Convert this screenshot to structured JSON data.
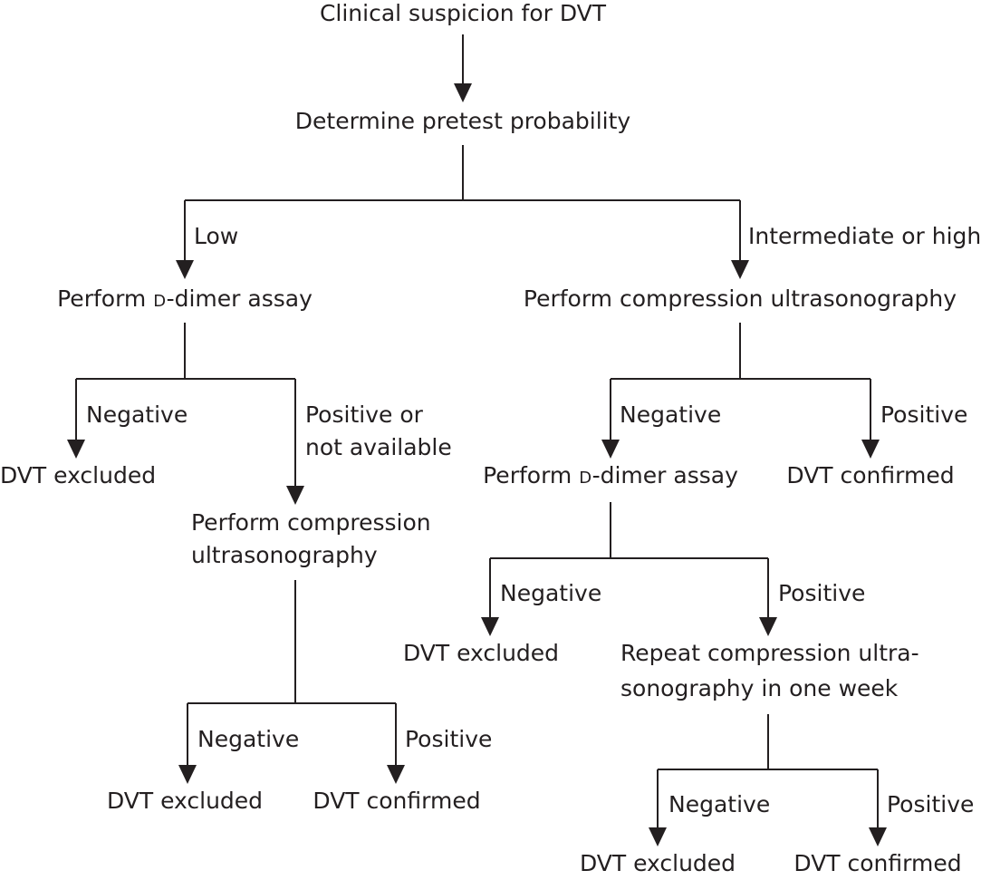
{
  "nodes": {
    "start": "Clinical suspicion for DVT",
    "pretest": "Determine pretest probability",
    "left_ddimer": {
      "pre": "Perform ",
      "sc": "D",
      "post": "-dimer assay"
    },
    "right_cus": "Perform compression ultrasonography",
    "left_excluded_1": "DVT excluded",
    "left_cus_line1": "Perform compression",
    "left_cus_line2": "ultrasonography",
    "right_ddimer": {
      "pre": "Perform ",
      "sc": "D",
      "post": "-dimer assay"
    },
    "right_confirmed_1": "DVT confirmed",
    "right_excluded_1": "DVT excluded",
    "repeat_line1": "Repeat compression ultra-",
    "repeat_line2": "sonography in one week",
    "left_excluded_2": "DVT excluded",
    "left_confirmed_2": "DVT confirmed",
    "right_excluded_2": "DVT excluded",
    "right_confirmed_2": "DVT confirmed"
  },
  "edge_labels": {
    "low": "Low",
    "intermediate_high": "Intermediate or high",
    "negative_1": "Negative",
    "positive_or_na_line1": "Positive or",
    "positive_or_na_line2": "not available",
    "negative_2": "Negative",
    "positive_2": "Positive",
    "negative_3": "Negative",
    "positive_3": "Positive",
    "negative_4": "Negative",
    "positive_4": "Positive",
    "negative_5": "Negative",
    "positive_5": "Positive"
  }
}
